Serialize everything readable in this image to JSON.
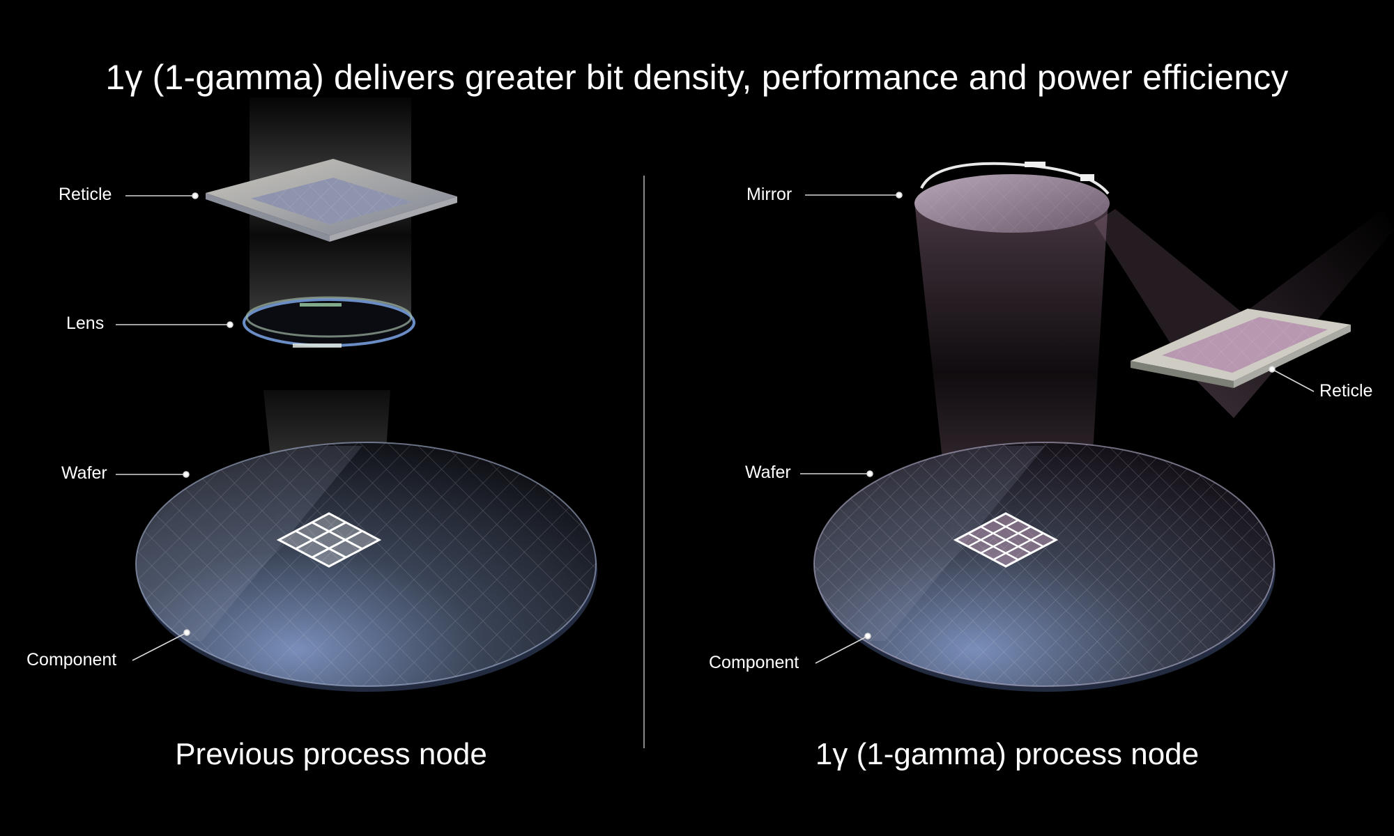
{
  "title": "1γ (1-gamma) delivers greater bit density, performance and power efficiency",
  "panels": {
    "left": {
      "caption": "Previous process node",
      "labels": {
        "reticle": "Reticle",
        "lens": "Lens",
        "wafer": "Wafer",
        "component": "Component"
      },
      "exposed_die_grid": "3x3"
    },
    "right": {
      "caption": "1γ (1-gamma) process node",
      "labels": {
        "mirror": "Mirror",
        "reticle": "Reticle",
        "wafer": "Wafer",
        "component": "Component"
      },
      "exposed_die_grid": "4x4"
    }
  },
  "colors": {
    "background": "#000000",
    "text": "#ffffff",
    "divider": "#8a8a8a",
    "duv_beam": "#ffffff",
    "euv_beam": "#d9a9c9",
    "wafer_edge": "#6f86b5"
  }
}
